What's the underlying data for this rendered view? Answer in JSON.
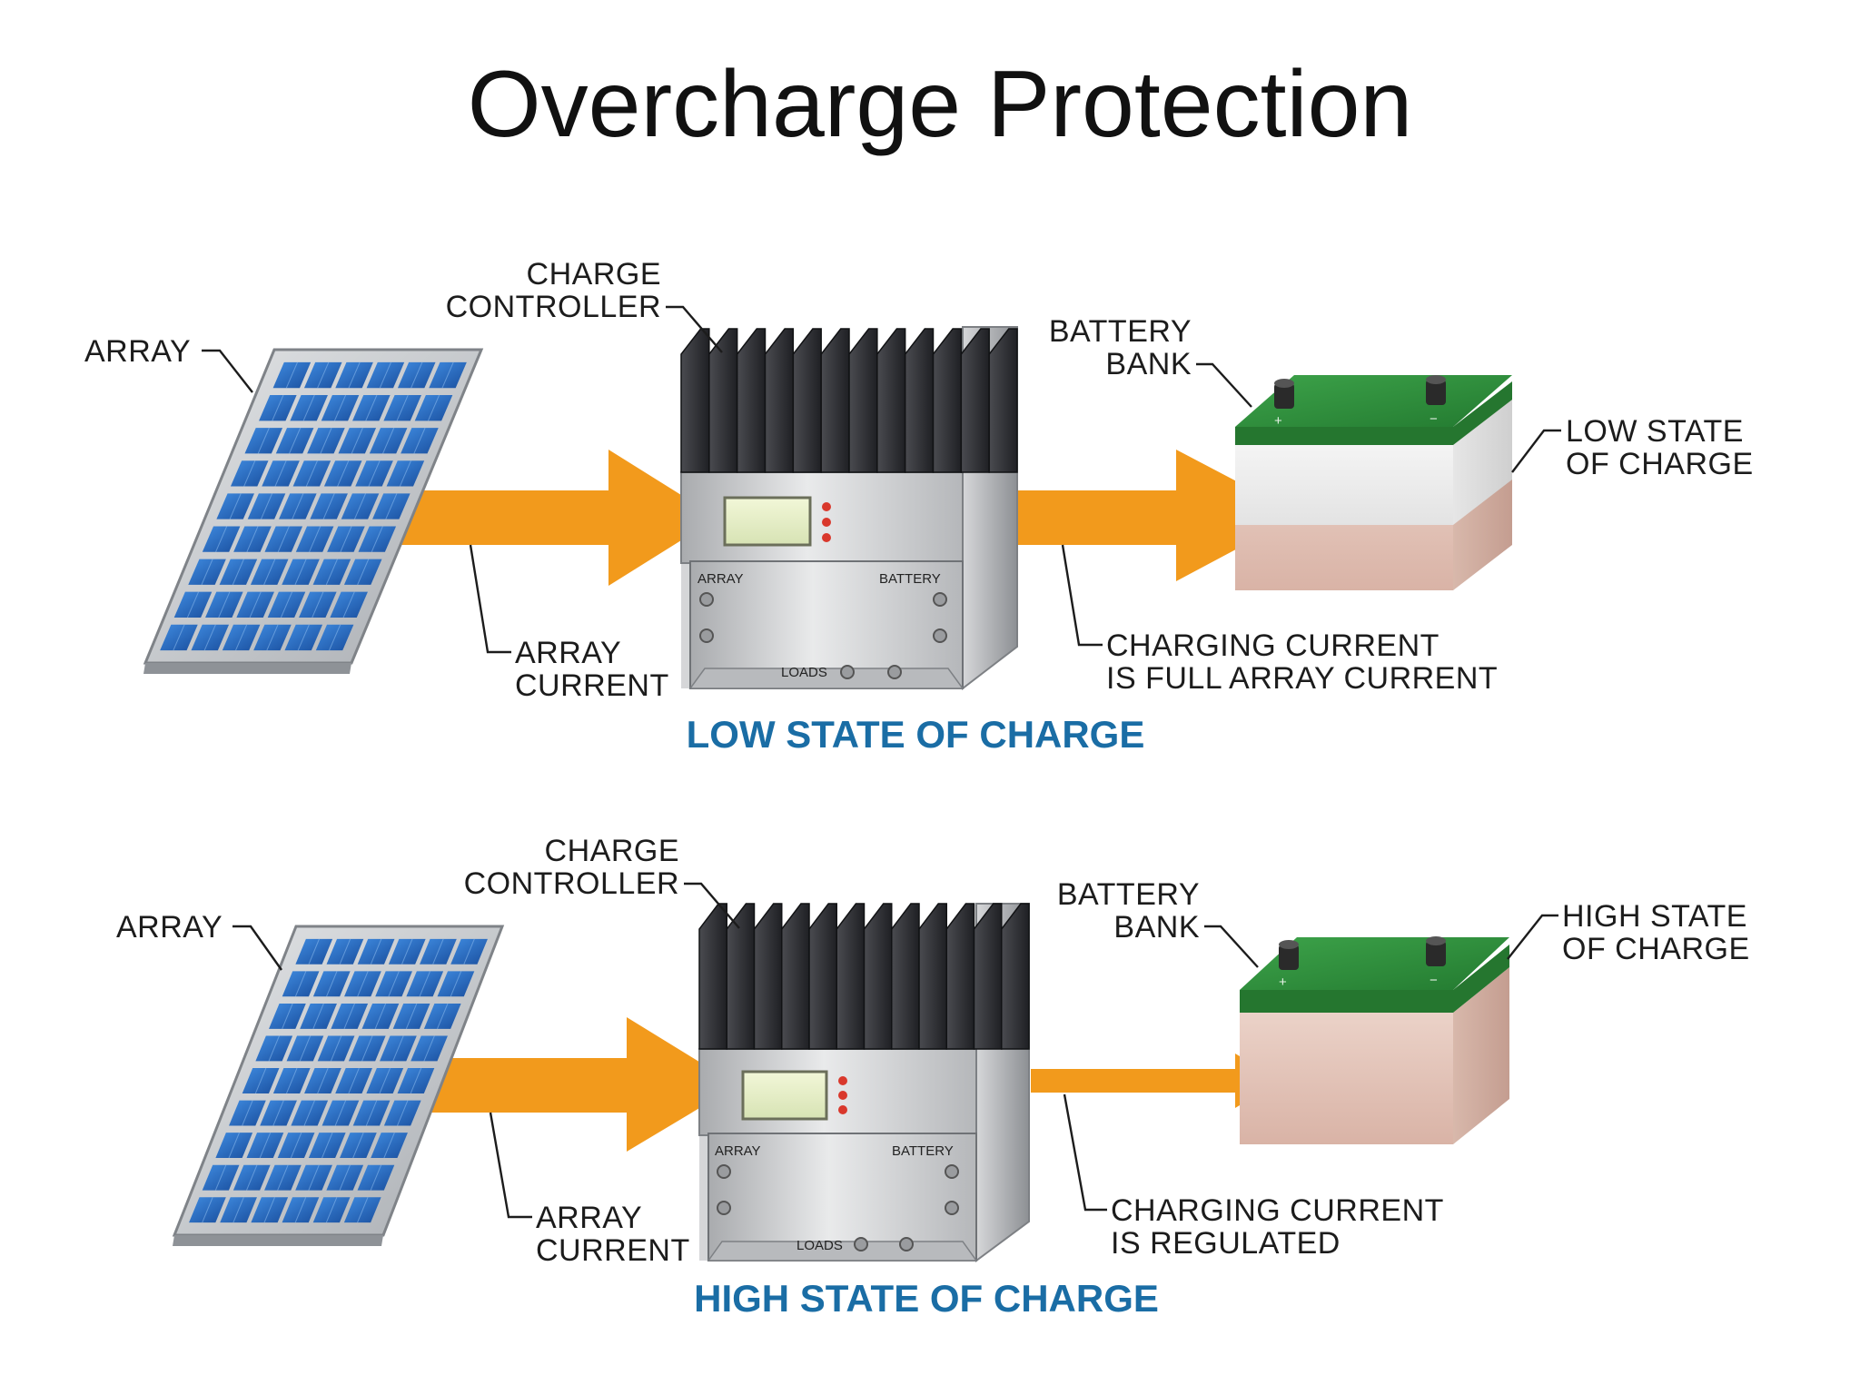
{
  "title": "Overcharge Protection",
  "panels": [
    {
      "id": "low",
      "caption": "LOW STATE OF CHARGE",
      "array_label": "ARRAY",
      "controller_label": [
        "CHARGE",
        "CONTROLLER"
      ],
      "battery_label": [
        "BATTERY",
        "BANK"
      ],
      "state_label": [
        "LOW STATE",
        "OF CHARGE"
      ],
      "array_current_label": [
        "ARRAY",
        "CURRENT"
      ],
      "charging_label": [
        "CHARGING CURRENT",
        "IS FULL ARRAY CURRENT"
      ],
      "terminals": {
        "array": "ARRAY",
        "battery": "BATTERY",
        "loads": "LOADS"
      },
      "charge_level": 0.45,
      "charging_arrow": "full"
    },
    {
      "id": "high",
      "caption": "HIGH STATE OF CHARGE",
      "array_label": "ARRAY",
      "controller_label": [
        "CHARGE",
        "CONTROLLER"
      ],
      "battery_label": [
        "BATTERY",
        "BANK"
      ],
      "state_label": [
        "HIGH STATE",
        "OF CHARGE"
      ],
      "array_current_label": [
        "ARRAY",
        "CURRENT"
      ],
      "charging_label": [
        "CHARGING CURRENT",
        "IS REGULATED"
      ],
      "terminals": {
        "array": "ARRAY",
        "battery": "BATTERY",
        "loads": "LOADS"
      },
      "charge_level": 1.0,
      "charging_arrow": "regulated"
    }
  ],
  "colors": {
    "arrow": "#f29a1c",
    "caption": "#1a6da5",
    "panel_cell": "#2a6fc4",
    "battery_top": "#2f8f3c",
    "heatsink": "#2e2e33"
  }
}
